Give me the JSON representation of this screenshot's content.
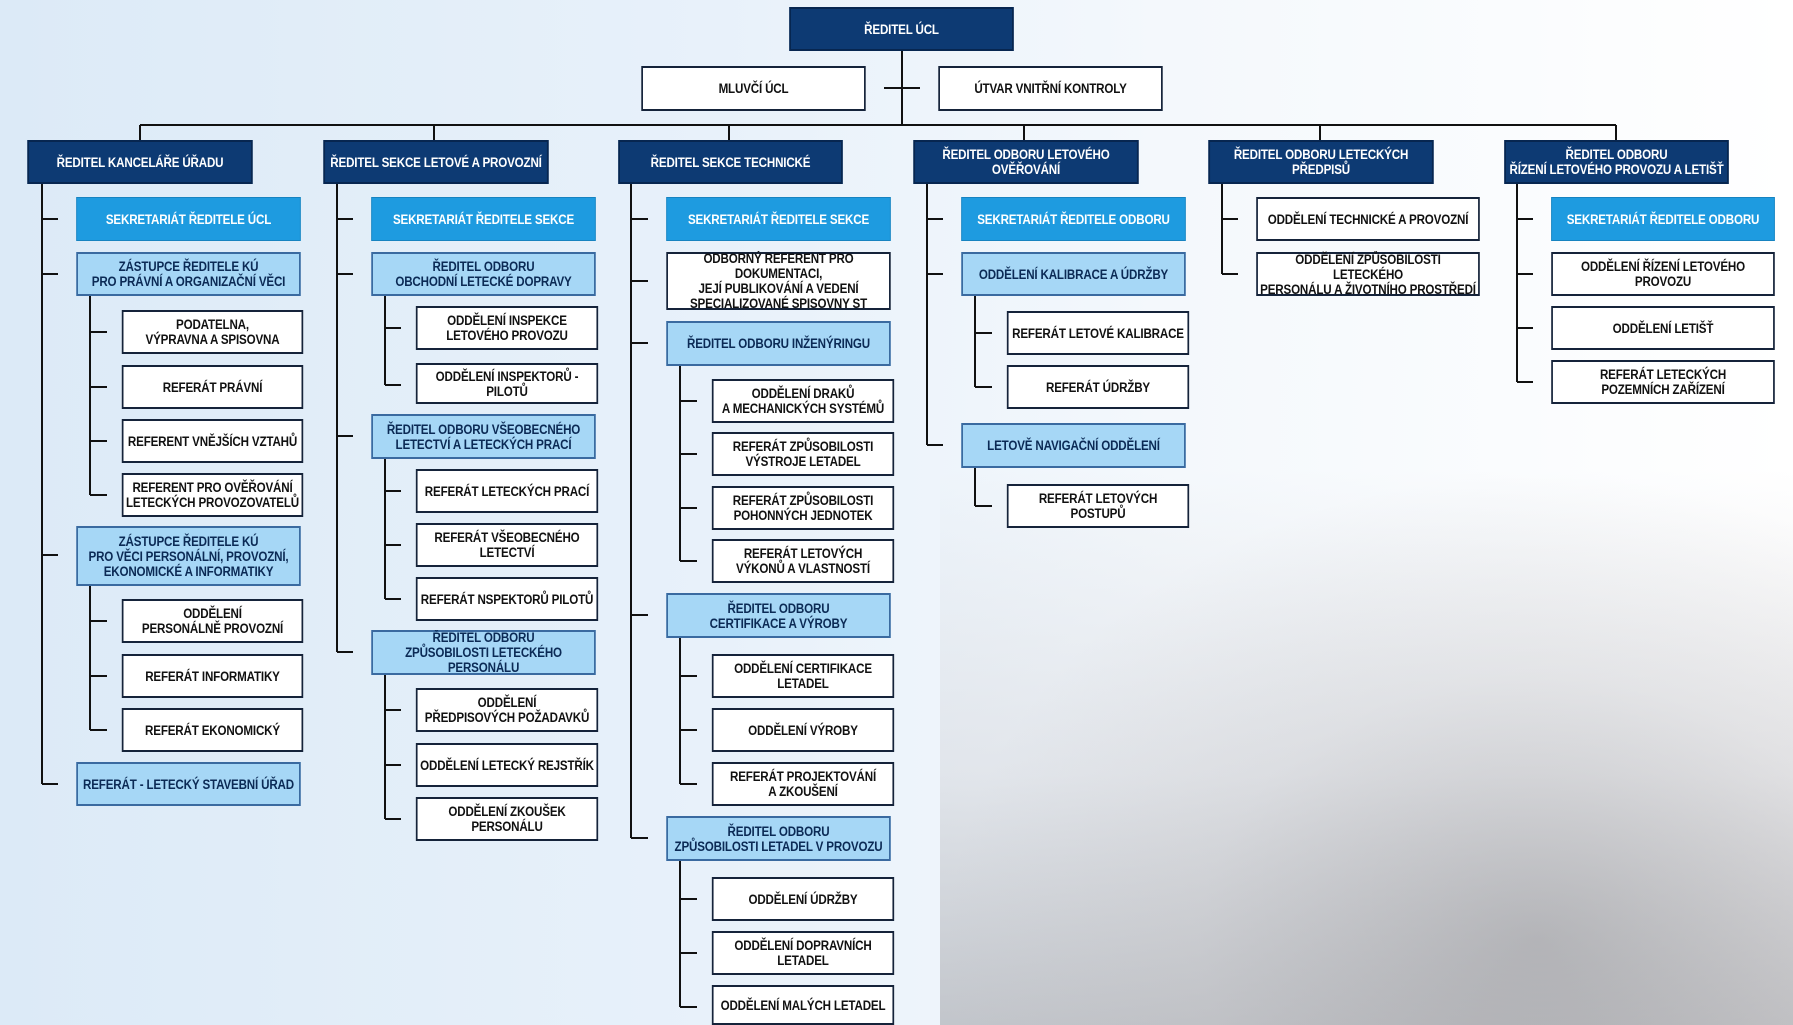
{
  "top": {
    "director": "ŘEDITEL ÚCL",
    "spokesperson": "MLUVČÍ ÚCL",
    "internal_control": "ÚTVAR VNITŘNÍ KONTROLY"
  },
  "col1": {
    "head": "ŘEDITEL KANCELÁŘE ÚŘADU",
    "secretariat": "SEKRETARIÁT ŘEDITELE ÚCL",
    "deputy1": "ZÁSTUPCE ŘEDITELE KÚ\nPRO PRÁVNÍ A ORGANIZAČNÍ VĚCI",
    "d1_items": [
      "PODATELNA,\nVÝPRAVNA A SPISOVNA",
      "REFERÁT PRÁVNÍ",
      "REFERENT VNĚJŠÍCH VZTAHŮ",
      "REFERENT PRO OVĚŘOVÁNÍ\nLETECKÝCH PROVOZOVATELŮ"
    ],
    "deputy2": "ZÁSTUPCE ŘEDITELE KÚ\nPRO VĚCI PERSONÁLNÍ, PROVOZNÍ,\nEKONOMICKÉ A INFORMATIKY",
    "d2_items": [
      "ODDĚLENÍ\nPERSONÁLNĚ PROVOZNÍ",
      "REFERÁT INFORMATIKY",
      "REFERÁT EKONOMICKÝ"
    ],
    "building": "REFERÁT - LETECKÝ STAVEBNÍ ÚŘAD"
  },
  "col2": {
    "head": "ŘEDITEL SEKCE LETOVÉ A PROVOZNÍ",
    "secretariat": "SEKRETARIÁT ŘEDITELE SEKCE",
    "dir1": "ŘEDITEL ODBORU\nOBCHODNÍ LETECKÉ DOPRAVY",
    "dir1_items": [
      "ODDĚLENÍ INSPEKCE\nLETOVÉHO PROVOZU",
      "ODDĚLENÍ INSPEKTORŮ - PILOTŮ"
    ],
    "dir2": "ŘEDITEL ODBORU VŠEOBECNÉHO\nLETECTVÍ A LETECKÝCH PRACÍ",
    "dir2_items": [
      "REFERÁT LETECKÝCH PRACÍ",
      "REFERÁT VŠEOBECNÉHO LETECTVÍ",
      "REFERÁT NSPEKTORŮ PILOTŮ"
    ],
    "dir3": "ŘEDITEL ODBORU\nZPŮSOBILOSTI  LETECKÉHO PERSONÁLU",
    "dir3_items": [
      "ODDĚLENÍ\nPŘEDPISOVÝCH POŽADAVKŮ",
      "ODDĚLENÍ LETECKÝ REJSTŘÍK",
      "ODDĚLENÍ ZKOUŠEK PERSONÁLU"
    ]
  },
  "col3": {
    "head": "ŘEDITEL SEKCE TECHNICKÉ",
    "secretariat": "SEKRETARIÁT ŘEDITELE SEKCE",
    "referent": "ODBORNÝ REFERENT PRO DOKUMENTACI,\nJEJÍ PUBLIKOVÁNÍ A VEDENÍ\nSPECIALIZOVANÉ SPISOVNY ST",
    "dir1": "ŘEDITEL ODBORU INŽENÝRINGU",
    "dir1_items": [
      "ODDĚLENÍ DRAKŮ\nA MECHANICKÝCH SYSTÉMŮ",
      "REFERÁT ZPŮSOBILOSTI\nVÝSTROJE LETADEL",
      "REFERÁT ZPŮSOBILOSTI\nPOHONNÝCH JEDNOTEK",
      "REFERÁT LETOVÝCH\nVÝKONŮ A VLASTNOSTÍ"
    ],
    "dir2": "ŘEDITEL ODBORU\nCERTIFIKACE A VÝROBY",
    "dir2_items": [
      "ODDĚLENÍ CERTIFIKACE LETADEL",
      "ODDĚLENÍ VÝROBY",
      "REFERÁT PROJEKTOVÁNÍ\nA ZKOUŠENÍ"
    ],
    "dir3": "ŘEDITEL ODBORU\nZPŮSOBILOSTI LETADEL V PROVOZU",
    "dir3_items": [
      "ODDĚLENÍ ÚDRŽBY",
      "ODDĚLENÍ DOPRAVNÍCH LETADEL",
      "ODDĚLENÍ MALÝCH LETADEL"
    ]
  },
  "col4": {
    "head": "ŘEDITEL ODBORU LETOVÉHO OVĚŘOVÁNÍ",
    "secretariat": "SEKRETARIÁT ŘEDITELE ODBORU",
    "dept1": "ODDĚLENÍ KALIBRACE A ÚDRŽBY",
    "dept1_items": [
      "REFERÁT LETOVÉ KALIBRACE",
      "REFERÁT ÚDRŽBY"
    ],
    "dept2": "LETOVĚ NAVIGAČNÍ ODDĚLENÍ",
    "dept2_items": [
      "REFERÁT LETOVÝCH POSTUPŮ"
    ]
  },
  "col5": {
    "head": "ŘEDITEL ODBORU LETECKÝCH PŘEDPISŮ",
    "items": [
      "ODDĚLENÍ TECHNICKÉ A PROVOZNÍ",
      "ODDĚLENÍ ZPŮSOBILOSTI LETECKÉHO\nPERSONÁLU A ŽIVOTNÍHO PROSTŘEDÍ"
    ]
  },
  "col6": {
    "head": "ŘEDITEL ODBORU\nŘÍZENÍ LETOVÉHO PROVOZU A LETIŠŤ",
    "secretariat": "SEKRETARIÁT ŘEDITELE ODBORU",
    "items": [
      "ODDĚLENÍ ŘÍZENÍ LETOVÉHO PROVOZU",
      "ODDĚLENÍ LETIŠŤ",
      "REFERÁT LETECKÝCH\nPOZEMNÍCH ZAŘÍZENÍ"
    ]
  }
}
